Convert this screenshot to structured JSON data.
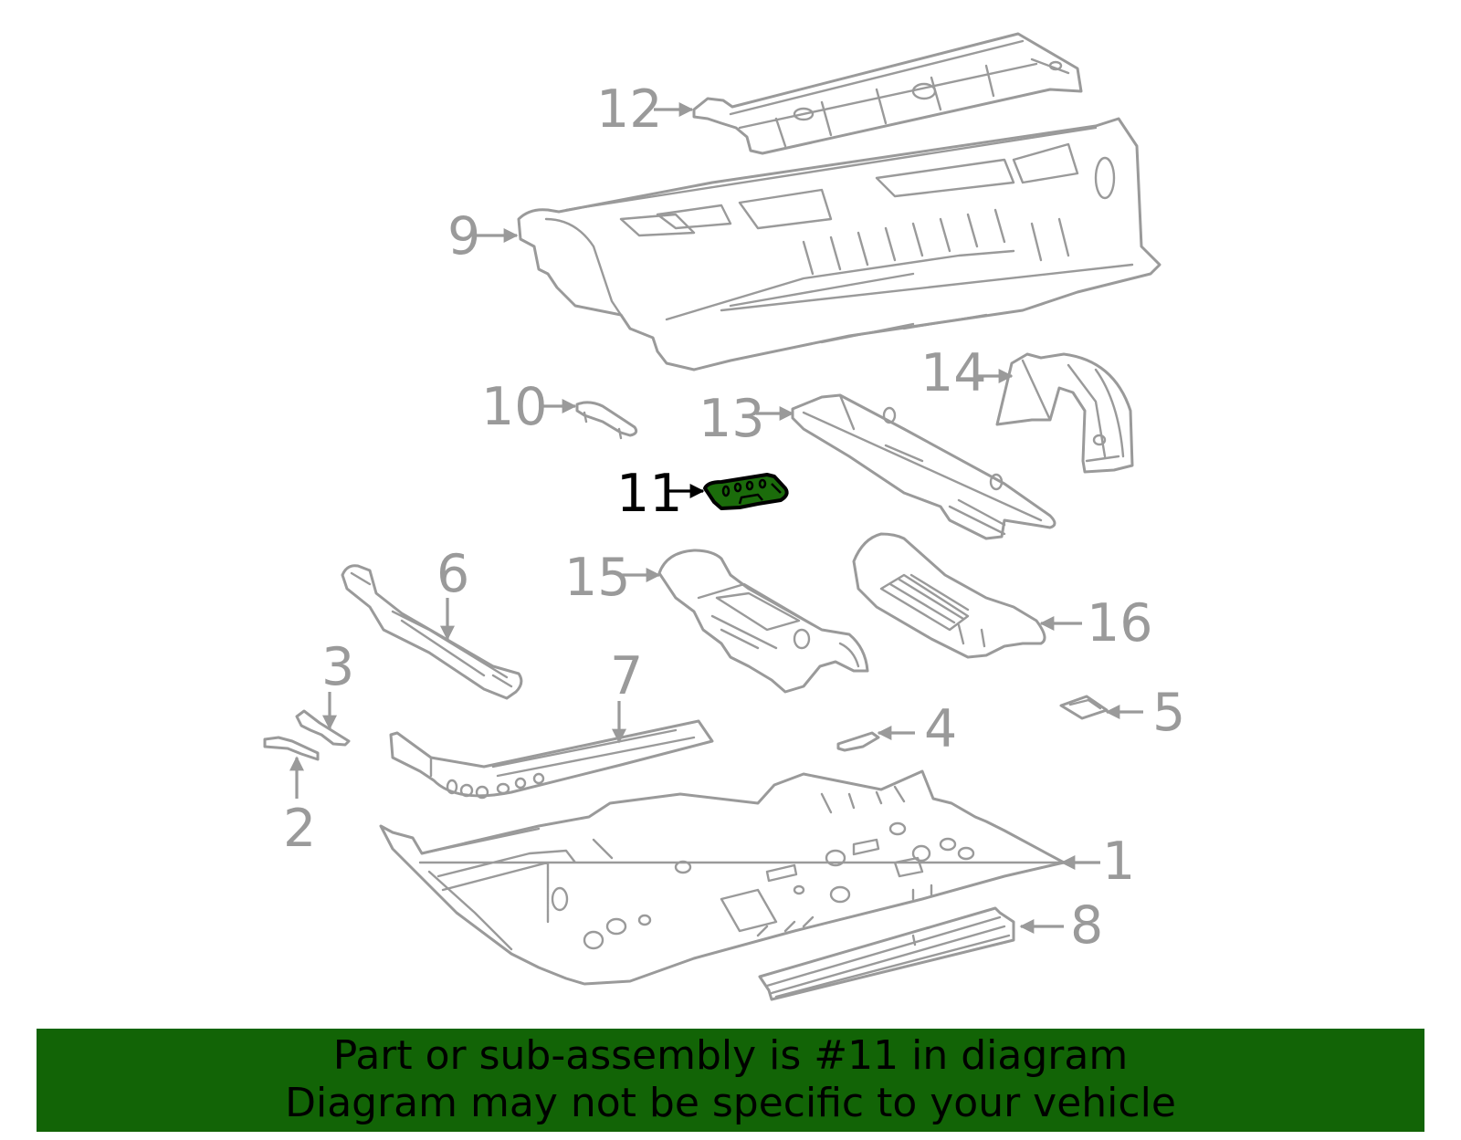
{
  "diagram": {
    "highlight_color": "#1b6c0b",
    "label_color": "#9a9a9a",
    "highlighted_part": "11",
    "callouts": [
      {
        "id": "1",
        "label": "1"
      },
      {
        "id": "2",
        "label": "2"
      },
      {
        "id": "3",
        "label": "3"
      },
      {
        "id": "4",
        "label": "4"
      },
      {
        "id": "5",
        "label": "5"
      },
      {
        "id": "6",
        "label": "6"
      },
      {
        "id": "7",
        "label": "7"
      },
      {
        "id": "8",
        "label": "8"
      },
      {
        "id": "9",
        "label": "9"
      },
      {
        "id": "10",
        "label": "10"
      },
      {
        "id": "11",
        "label": "11"
      },
      {
        "id": "12",
        "label": "12"
      },
      {
        "id": "13",
        "label": "13"
      },
      {
        "id": "14",
        "label": "14"
      },
      {
        "id": "15",
        "label": "15"
      },
      {
        "id": "16",
        "label": "16"
      }
    ]
  },
  "banner": {
    "background": "#126406",
    "line1": "Part or sub-assembly is #11 in diagram",
    "line2": "Diagram may not be specific to your vehicle"
  }
}
